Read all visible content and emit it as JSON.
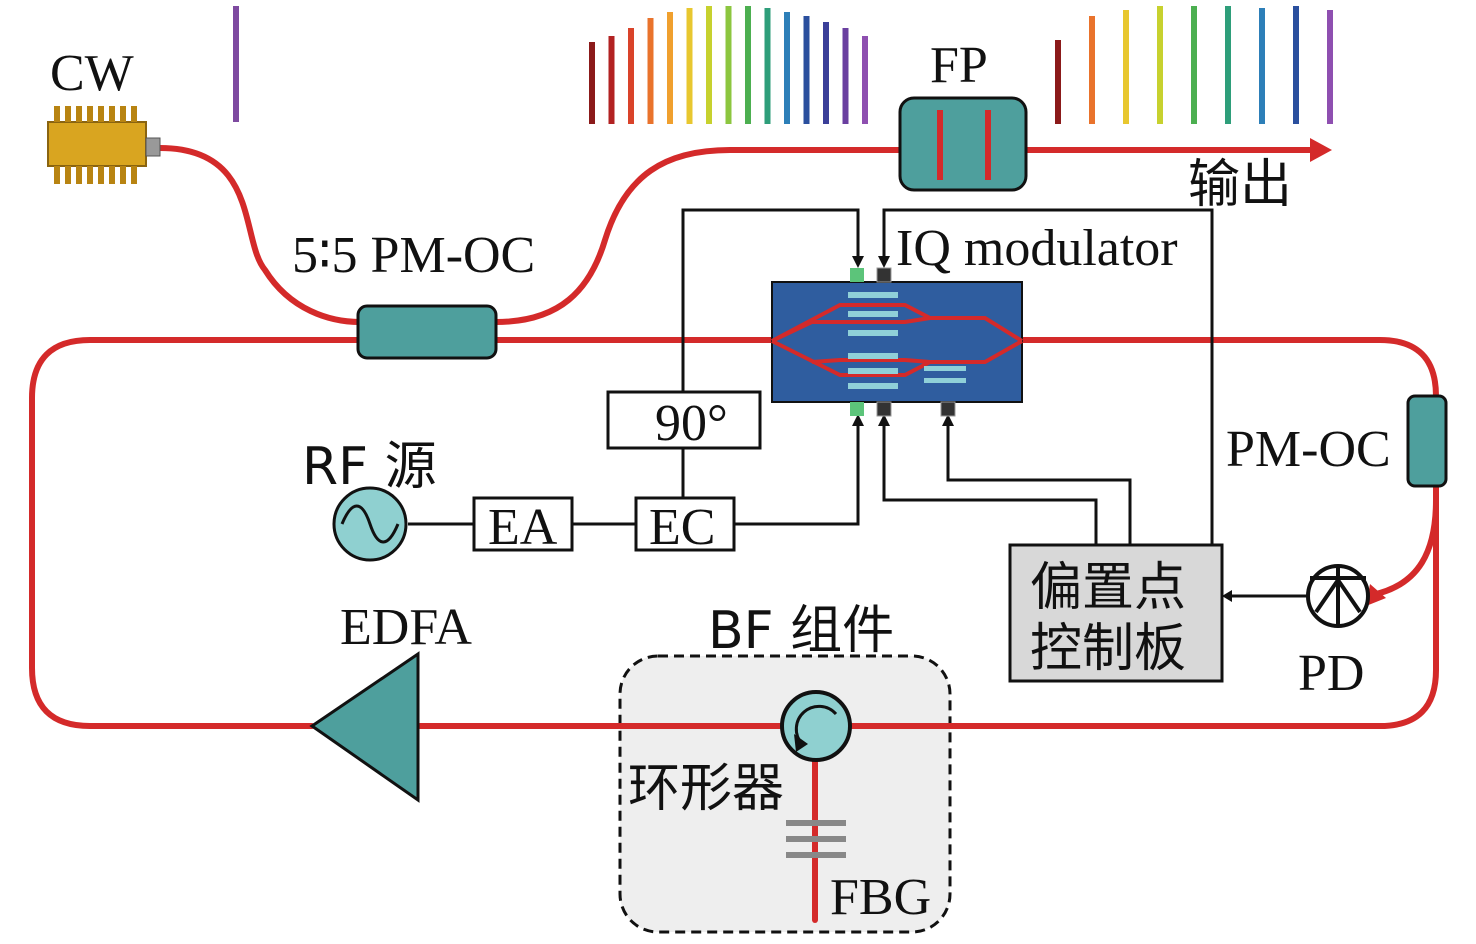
{
  "labels": {
    "cw": "CW",
    "fp": "FP",
    "output": "输出",
    "coupler_55": "5∶5 PM-OC",
    "iq_modulator": "IQ modulator",
    "phase_90": "90°",
    "rf_source": "RF 源",
    "ea": "EA",
    "ec": "EC",
    "pm_oc": "PM-OC",
    "bias_board_line1": "偏置点",
    "bias_board_line2": "控制板",
    "pd": "PD",
    "edfa": "EDFA",
    "bf_module": "BF 组件",
    "circulator": "环形器",
    "fbg": "FBG"
  },
  "colors": {
    "fiber": "#d42a2a",
    "component_teal": "#4e9f9d",
    "modulator_blue": "#2f5d9f",
    "electrical": "#111111",
    "bias_board_fill": "#d8d8d8",
    "bf_box_fill": "#eeeeee",
    "cw_gold": "#d9a520"
  },
  "spectra": {
    "seed_line_color": "#7e4aa0",
    "comb_input_colors": [
      "#8b1a1a",
      "#b22222",
      "#d9432a",
      "#e9732c",
      "#f0a02e",
      "#e8c72f",
      "#c7d12e",
      "#8cc63f",
      "#4caf50",
      "#2e9e7a",
      "#2d7fb8",
      "#2a4f9e",
      "#3b3f99",
      "#6a3fa0",
      "#8e4fb0"
    ],
    "comb_output_colors": [
      "#8b1a1a",
      "#e9732c",
      "#e8c72f",
      "#c7d12e",
      "#4caf50",
      "#2e9e7a",
      "#2d7fb8",
      "#2a4f9e",
      "#8e4fb0"
    ]
  },
  "icons": {
    "rf_source": "sine-wave-icon",
    "pd": "photodiode-icon",
    "circulator": "circulator-arrow-icon",
    "edfa": "amplifier-triangle-icon",
    "cw": "laser-diode-icon"
  }
}
